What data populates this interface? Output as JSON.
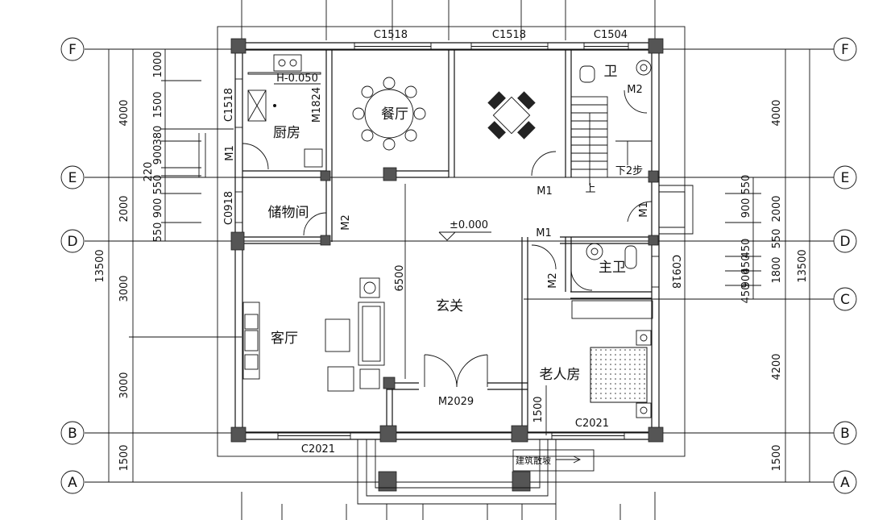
{
  "axes": {
    "rows": [
      "F",
      "E",
      "D",
      "C",
      "B",
      "A"
    ]
  },
  "windows": {
    "top_1": "C1518",
    "top_2": "C1518",
    "top_3": "C1504",
    "left_kitchen": "C1518",
    "left_storage": "C0918",
    "right_bath": "C0918",
    "bottom_left": "C2021",
    "bottom_right": "C2021"
  },
  "doors": {
    "kitchen": "M1",
    "kitchen_dining": "M1824",
    "storage": "M2",
    "dining_hall": "M1",
    "bath_top": "M2",
    "stair_side": "M1",
    "master_bath": "M1",
    "elder_room": "M2",
    "entrance": "M2029"
  },
  "rooms": {
    "kitchen": "厨房",
    "dining": "餐厅",
    "bath_top": "卫",
    "storage": "储物间",
    "living": "客厅",
    "foyer": "玄关",
    "master_bath": "主卫",
    "elder_room": "老人房"
  },
  "levels": {
    "kitchen": "H-0.050",
    "main": "±0.000"
  },
  "stairs": {
    "up": "上",
    "down": "下2步"
  },
  "annotations": {
    "slope": "建筑散坡",
    "inner_dim": "6500",
    "porch_dim": "1500"
  },
  "dims_left": {
    "outer_total": "13500",
    "outer_1": "4000",
    "outer_2": "2000",
    "outer_3": "3000",
    "outer_4": "3000",
    "outer_5": "1500",
    "inner_1": "1000",
    "inner_2": "1500",
    "inner_3": "380",
    "inner_4": "900",
    "inner_5": "220",
    "inner_6": "550",
    "inner_7": "900",
    "inner_8": "550"
  },
  "dims_right": {
    "outer_total": "13500",
    "outer_1": "4000",
    "outer_2": "2000",
    "outer_3": "550",
    "outer_4": "1800",
    "outer_5": "4200",
    "outer_6": "1500",
    "inner_1": "550",
    "inner_2": "900",
    "inner_3": "450",
    "inner_4": "450",
    "inner_5": "900",
    "inner_6": "450"
  }
}
